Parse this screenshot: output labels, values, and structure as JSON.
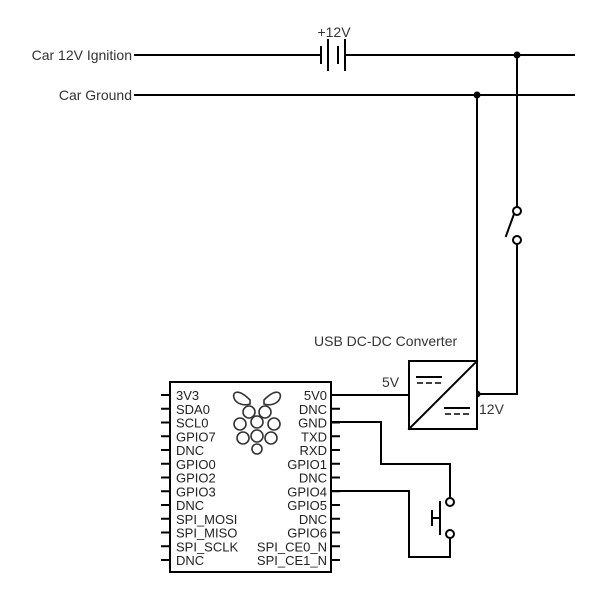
{
  "labels": {
    "ignition": "Car 12V Ignition",
    "ground": "Car Ground",
    "battery": "+12V",
    "converter": "USB DC-DC Converter",
    "converter_out": "5V",
    "converter_in": "12V"
  },
  "pi": {
    "left_pins": [
      "3V3",
      "SDA0",
      "SCL0",
      "GPIO7",
      "DNC",
      "GPIO0",
      "GPIO2",
      "GPIO3",
      "DNC",
      "SPI_MOSI",
      "SPI_MISO",
      "SPI_SCLK",
      "DNC"
    ],
    "right_pins": [
      "5V0",
      "DNC",
      "GND",
      "TXD",
      "RXD",
      "GPIO1",
      "DNC",
      "GPIO4",
      "GPIO5",
      "DNC",
      "GPIO6",
      "SPI_CE0_N",
      "SPI_CE1_N"
    ]
  },
  "colors": {
    "wire": "#000000",
    "text": "#333333"
  },
  "icons": {
    "logo": "raspberry-pi-logo-icon",
    "switch": "toggle-switch-icon",
    "button": "push-button-icon",
    "battery": "battery-icon",
    "converter": "dc-dc-converter-icon"
  }
}
